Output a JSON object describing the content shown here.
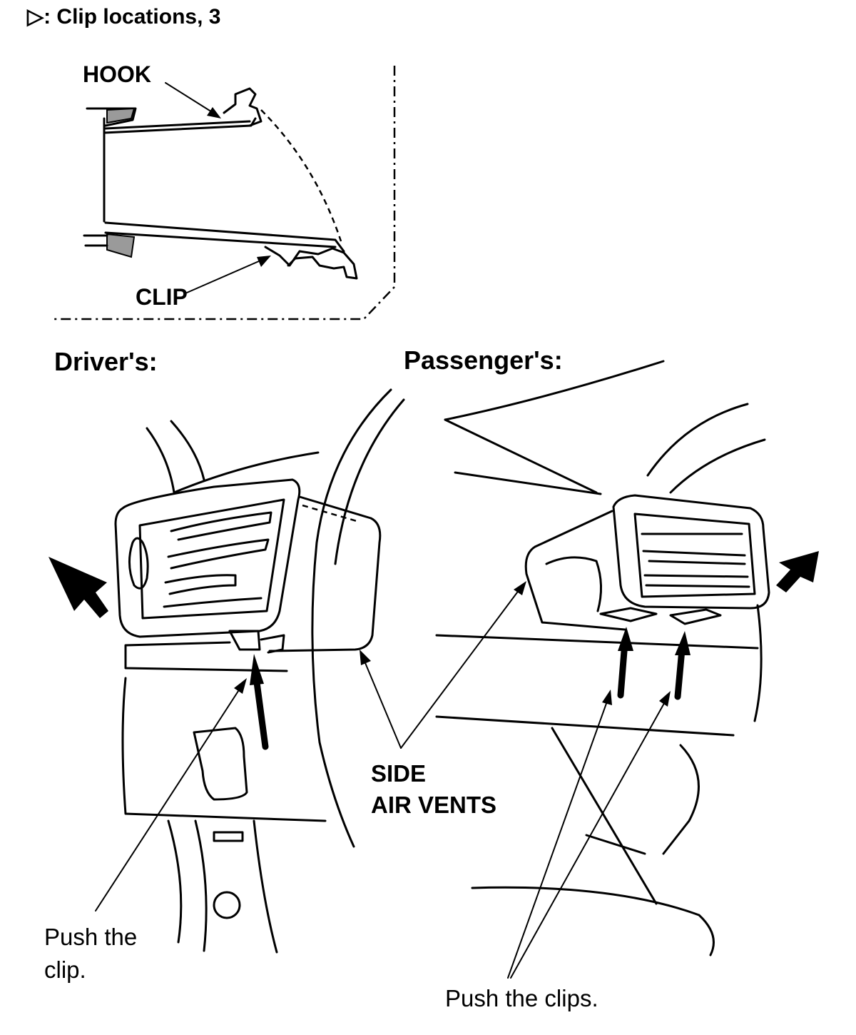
{
  "legend": {
    "symbol": "▷",
    "text": ": Clip locations, 3"
  },
  "detail": {
    "hook_label": "HOOK",
    "clip_label": "CLIP"
  },
  "views": {
    "driver_label": "Driver's:",
    "passenger_label": "Passenger's:"
  },
  "callouts": {
    "side_line1": "SIDE",
    "side_line2": "AIR VENTS",
    "push_clip_line1": "Push the",
    "push_clip_line2": "clip.",
    "push_clips": "Push the clips."
  }
}
